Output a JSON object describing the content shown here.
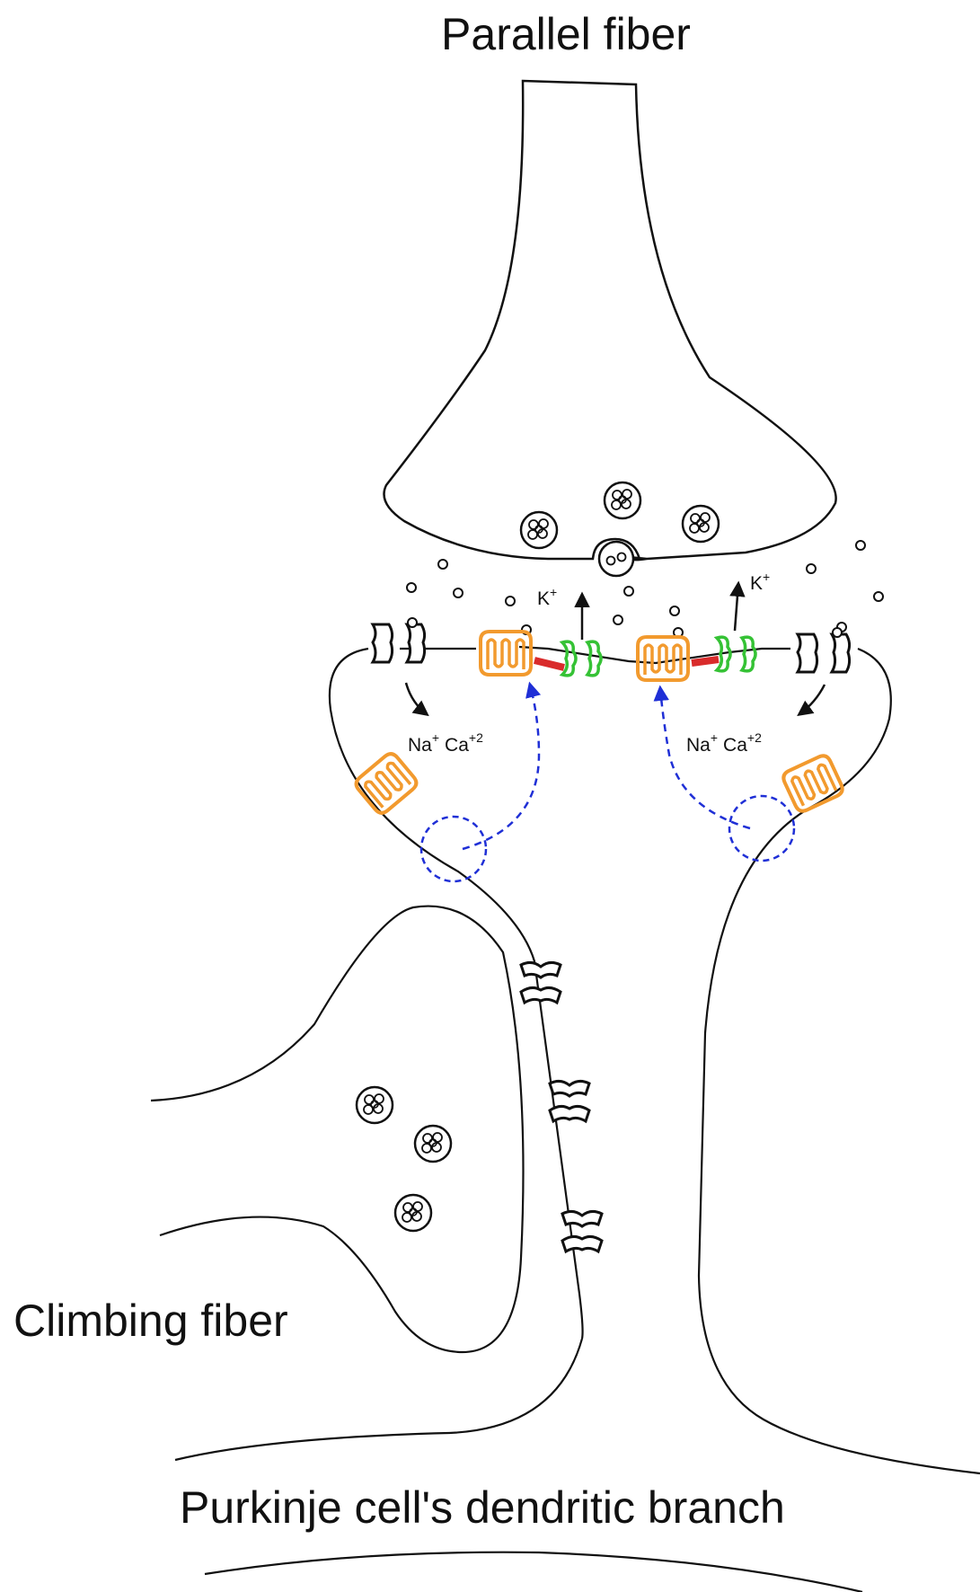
{
  "labels": {
    "parallel_fiber": "Parallel fiber",
    "climbing_fiber": "Climbing fiber",
    "purkinje_branch": "Purkinje cell's dendritic branch"
  },
  "ions": {
    "k_left": "K",
    "k_left_charge": "+",
    "k_right": "K",
    "k_right_charge": "+",
    "na_left": "Na",
    "na_left_charge": "+",
    "ca_left": "Ca",
    "ca_left_charge": "+2",
    "na_right": "Na",
    "na_right_charge": "+",
    "ca_right": "Ca",
    "ca_right_charge": "+2"
  },
  "colors": {
    "outline": "#111111",
    "metabotropic_receptor": "#f29a2e",
    "potassium_channel": "#35c235",
    "coupling_link": "#d92b2b",
    "signal_pathway": "#1f2fd6"
  },
  "icons": {
    "vesicle": "vesicle-icon",
    "ionotropic_channel": "ion-channel-icon",
    "metabotropic_receptor": "receptor-icon",
    "potassium_channel": "k-channel-icon"
  }
}
